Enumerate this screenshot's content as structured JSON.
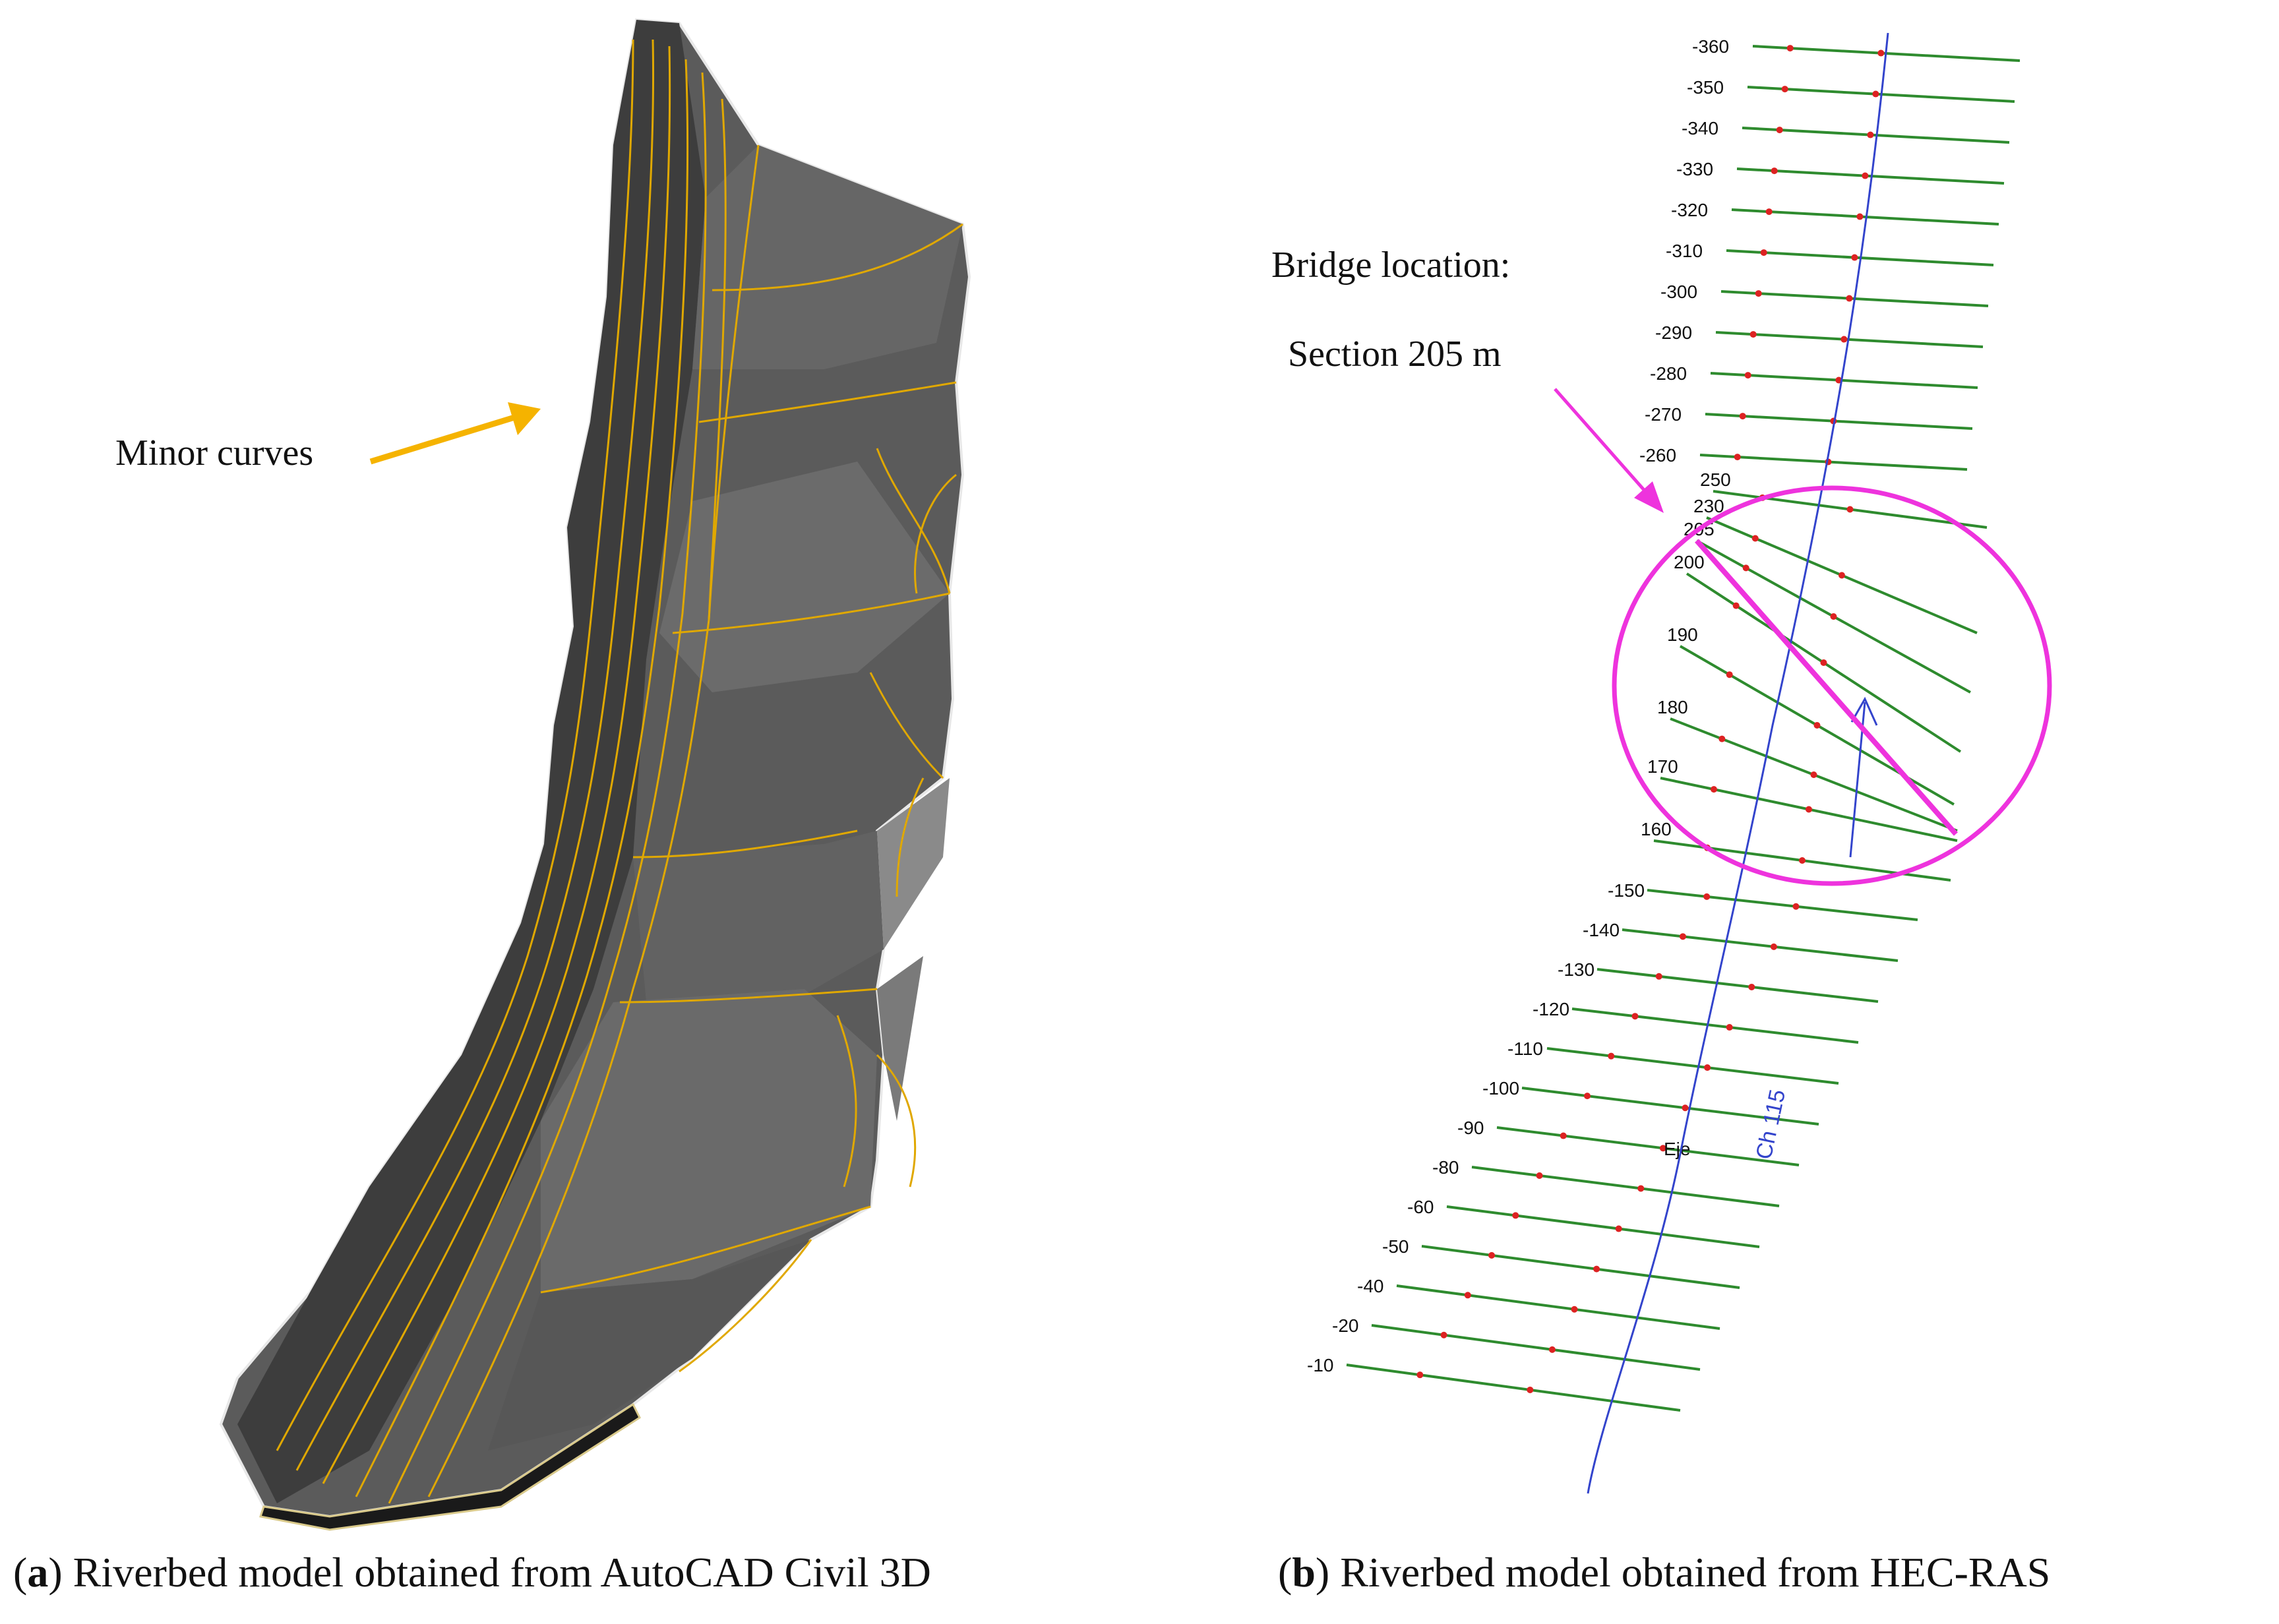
{
  "panel_a": {
    "annotation": "Minor curves",
    "caption_letter": "a",
    "caption_text": "Riverbed model obtained from AutoCAD Civil 3D",
    "colors": {
      "surface": "#5b5b5b",
      "surface_dark": "#3c3c3c",
      "contour": "#e0a800",
      "arrow": "#f5b300"
    }
  },
  "panel_b": {
    "annotation_line1": "Bridge location:",
    "annotation_line2": "Section 205 m",
    "caption_letter": "b",
    "caption_text": "Riverbed model obtained from HEC-RAS",
    "centerline_label": "Ch 115",
    "axis_label": "Eje",
    "sections_upper": [
      "360",
      "350",
      "340",
      "330",
      "320",
      "310",
      "300",
      "290",
      "280",
      "270",
      "260"
    ],
    "sections_circle": [
      "250",
      "230",
      "205",
      "200",
      "190",
      "180",
      "170",
      "160"
    ],
    "sections_lower": [
      "150",
      "140",
      "130",
      "120",
      "110",
      "100",
      "90",
      "80",
      "60",
      "50",
      "40",
      "20",
      "10"
    ],
    "colors": {
      "section_line": "#2e8b2e",
      "bank_point": "#dd2222",
      "centerline": "#3344cc",
      "highlight": "#ee33dd"
    }
  }
}
